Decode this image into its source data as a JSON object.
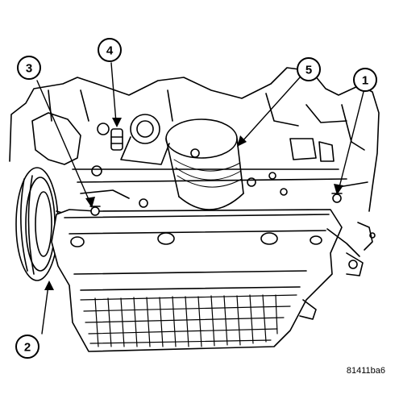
{
  "diagram": {
    "callouts": [
      {
        "id": "1",
        "label": "1"
      },
      {
        "id": "2",
        "label": "2"
      },
      {
        "id": "3",
        "label": "3"
      },
      {
        "id": "4",
        "label": "4"
      },
      {
        "id": "5",
        "label": "5"
      }
    ],
    "figure_id": "81411ba6",
    "colors": {
      "line": "#000000",
      "background": "#ffffff"
    }
  }
}
